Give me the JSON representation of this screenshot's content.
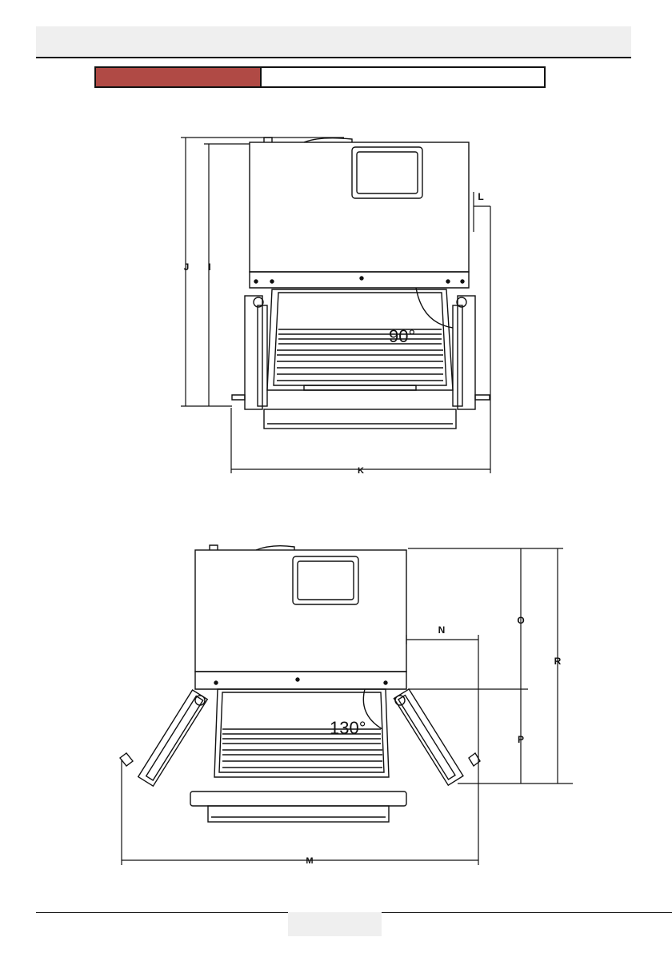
{
  "header": {
    "title": "",
    "section_title": "",
    "accent_color": "#b04a45"
  },
  "diagram_top": {
    "angle_label": "90°",
    "dims": {
      "J": "J",
      "I": "I",
      "K": "K",
      "L": "L"
    }
  },
  "diagram_bottom": {
    "angle_label": "130°",
    "dims": {
      "N": "N",
      "O": "O",
      "P": "P",
      "R": "R",
      "M": "M"
    }
  },
  "footer": {
    "page_number": ""
  }
}
